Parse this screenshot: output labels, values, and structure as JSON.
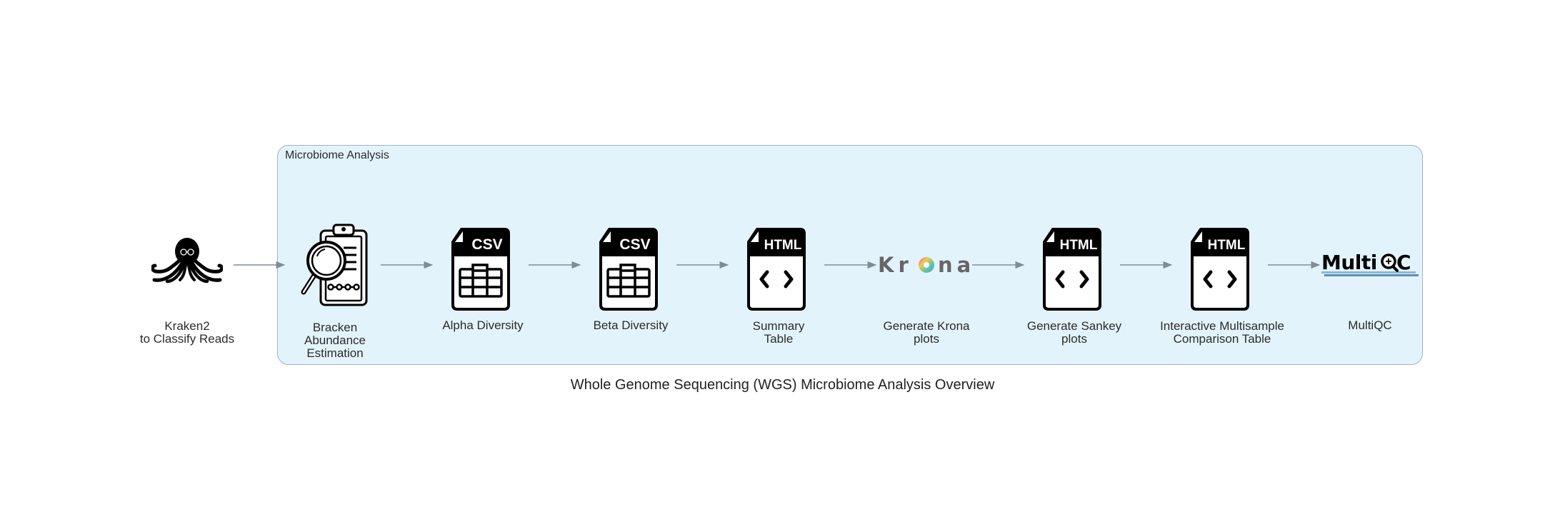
{
  "cluster": {
    "label": "Microbiome Analysis"
  },
  "caption": "Whole Genome Sequencing (WGS) Microbiome Analysis Overview",
  "nodes": [
    {
      "id": "kraken2",
      "label_lines": [
        "Kraken2",
        "to Classify Reads"
      ],
      "icon": "octopus-icon"
    },
    {
      "id": "bracken",
      "label_lines": [
        "Bracken",
        "Abundance",
        "Estimation"
      ],
      "icon": "clipboard-magnifier-icon"
    },
    {
      "id": "alpha",
      "label_lines": [
        "Alpha Diversity"
      ],
      "icon": "csv-file-icon",
      "badge": "CSV"
    },
    {
      "id": "beta",
      "label_lines": [
        "Beta Diversity"
      ],
      "icon": "csv-file-icon",
      "badge": "CSV"
    },
    {
      "id": "summary",
      "label_lines": [
        "Summary",
        "Table"
      ],
      "icon": "html-file-icon",
      "badge": "HTML"
    },
    {
      "id": "krona",
      "label_lines": [
        "Generate Krona",
        "plots"
      ],
      "icon": "krona-logo",
      "logo_text": "Krona"
    },
    {
      "id": "sankey",
      "label_lines": [
        "Generate Sankey",
        "plots"
      ],
      "icon": "html-file-icon",
      "badge": "HTML"
    },
    {
      "id": "multisample",
      "label_lines": [
        "Interactive Multisample",
        "Comparison Table"
      ],
      "icon": "html-file-icon",
      "badge": "HTML"
    },
    {
      "id": "multiqc",
      "label_lines": [
        "MultiQC"
      ],
      "icon": "multiqc-logo",
      "logo_text": "MultiQC"
    }
  ],
  "colors": {
    "cluster_fill": "#e3f3fb",
    "cluster_border": "#9db4c6",
    "edge": "#7f8c97"
  }
}
